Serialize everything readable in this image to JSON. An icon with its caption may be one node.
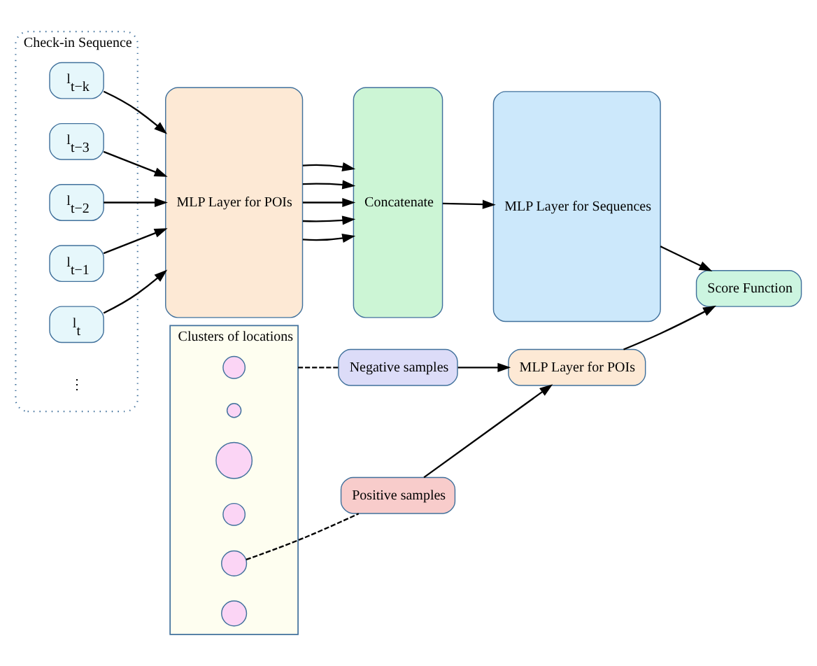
{
  "diagram": {
    "nodes": [
      {
        "text": [
          "Check-in Sequence"
        ]
      },
      {
        "text": [
          "l$_{t−k}$"
        ],
        "in": 0
      },
      {
        "text": [
          "l$_{t−3}$"
        ],
        "in": 0
      },
      {
        "text": [
          "l$_{t−2}$"
        ],
        "in": 0
      },
      {
        "text": [
          "l$_{t−1}$"
        ],
        "in": 0
      },
      {
        "text": [
          "l$_{t}$"
        ],
        "in": 0
      },
      {
        "text": [
          "MLP Layer for POIs"
        ]
      },
      {
        "text": [
          "Concatenate"
        ]
      },
      {
        "text": [
          "MLP Layer for Sequences"
        ]
      },
      {
        "text": [
          "Clusters of locations"
        ]
      },
      {
        "text": [],
        "shape": "circle",
        "in": 9
      },
      {
        "text": [],
        "shape": "circle",
        "in": 9
      },
      {
        "text": [],
        "shape": "circle",
        "in": 9
      },
      {
        "text": [],
        "shape": "circle",
        "in": 9
      },
      {
        "text": [],
        "shape": "circle",
        "in": 9
      },
      {
        "text": [],
        "shape": "circle",
        "in": 9
      },
      {
        "text": [
          "Negative samples"
        ]
      },
      {
        "text": [
          "Positive samples"
        ]
      },
      {
        "text": [
          "MLP Layer for POIs"
        ]
      },
      {
        "text": [
          "Score Function"
        ]
      }
    ],
    "edges": [
      {
        "from": 1,
        "to": 6,
        "arrow": "to"
      },
      {
        "from": 2,
        "to": 6,
        "arrow": "to"
      },
      {
        "from": 3,
        "to": 6,
        "arrow": "to"
      },
      {
        "from": 4,
        "to": 6,
        "arrow": "to"
      },
      {
        "from": 5,
        "to": 6,
        "arrow": "to"
      },
      {
        "from": 6,
        "to": 7,
        "arrow": "to"
      },
      {
        "from": 6,
        "to": 7,
        "arrow": "to"
      },
      {
        "from": 6,
        "to": 7,
        "arrow": "to"
      },
      {
        "from": 6,
        "to": 7,
        "arrow": "to"
      },
      {
        "from": 6,
        "to": 7,
        "arrow": "to"
      },
      {
        "from": 7,
        "to": 8,
        "arrow": "to"
      },
      {
        "from": 8,
        "to": 19,
        "arrow": "to"
      },
      {
        "from": 9,
        "to": 16,
        "arrow": "none",
        "style": "dashed"
      },
      {
        "from": 14,
        "to": 17,
        "arrow": "none",
        "style": "dashed"
      },
      {
        "from": 16,
        "to": 18,
        "arrow": "to"
      },
      {
        "from": 17,
        "to": 18,
        "arrow": "to"
      },
      {
        "from": 18,
        "to": 19,
        "arrow": "to"
      }
    ],
    "labels": [
      "⋮"
    ]
  }
}
